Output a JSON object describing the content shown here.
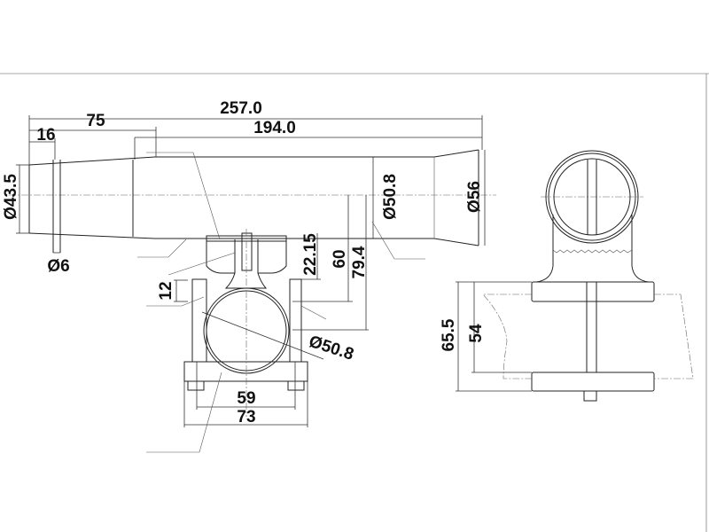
{
  "drawing": {
    "side_view": {
      "overall_length": "257.0",
      "tube_length": "194.0",
      "taper_length": "75",
      "pin_offset": "16",
      "small_end_diameter": "Ø43.5",
      "pin_diameter": "Ø6",
      "tube_diameter": "Ø50.8",
      "flare_diameter": "Ø56"
    },
    "clamp_view": {
      "bolt_height": "22.15",
      "height_to_rail": "60",
      "height_to_center": "79.4",
      "plate_thickness": "12",
      "rail_diameter": "Ø50.8",
      "inner_width": "59",
      "outer_width": "73"
    },
    "end_view": {
      "clamp_outer_height": "65.5",
      "clamp_inner_height": "54"
    }
  }
}
